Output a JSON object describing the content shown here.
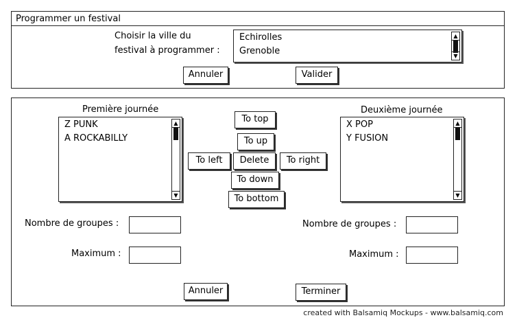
{
  "window": {
    "title": "Programmer un festival"
  },
  "top": {
    "city_label_line1": "Choisir la ville du",
    "city_label_line2": "festival à programmer :",
    "cities": [
      "Echirolles",
      "Grenoble"
    ],
    "cancel_label": "Annuler",
    "validate_label": "Valider"
  },
  "day1": {
    "title": "Première journée",
    "bands": [
      "Z PUNK",
      "A ROCKABILLY"
    ],
    "groups_label": "Nombre de groupes :",
    "max_label": "Maximum :",
    "groups_value": "",
    "max_value": ""
  },
  "day2": {
    "title": "Deuxième journée",
    "bands": [
      "X POP",
      "Y FUSION"
    ],
    "groups_label": "Nombre de groupes :",
    "max_label": "Maximum :",
    "groups_value": "",
    "max_value": ""
  },
  "moves": {
    "to_top": "To top",
    "to_up": "To up",
    "to_left": "To left",
    "delete": "Delete",
    "to_right": "To right",
    "to_down": "To down",
    "to_bottom": "To bottom"
  },
  "bottom": {
    "cancel_label": "Annuler",
    "finish_label": "Terminer"
  },
  "footer": {
    "credit": "created with Balsamiq Mockups - www.balsamiq.com"
  }
}
